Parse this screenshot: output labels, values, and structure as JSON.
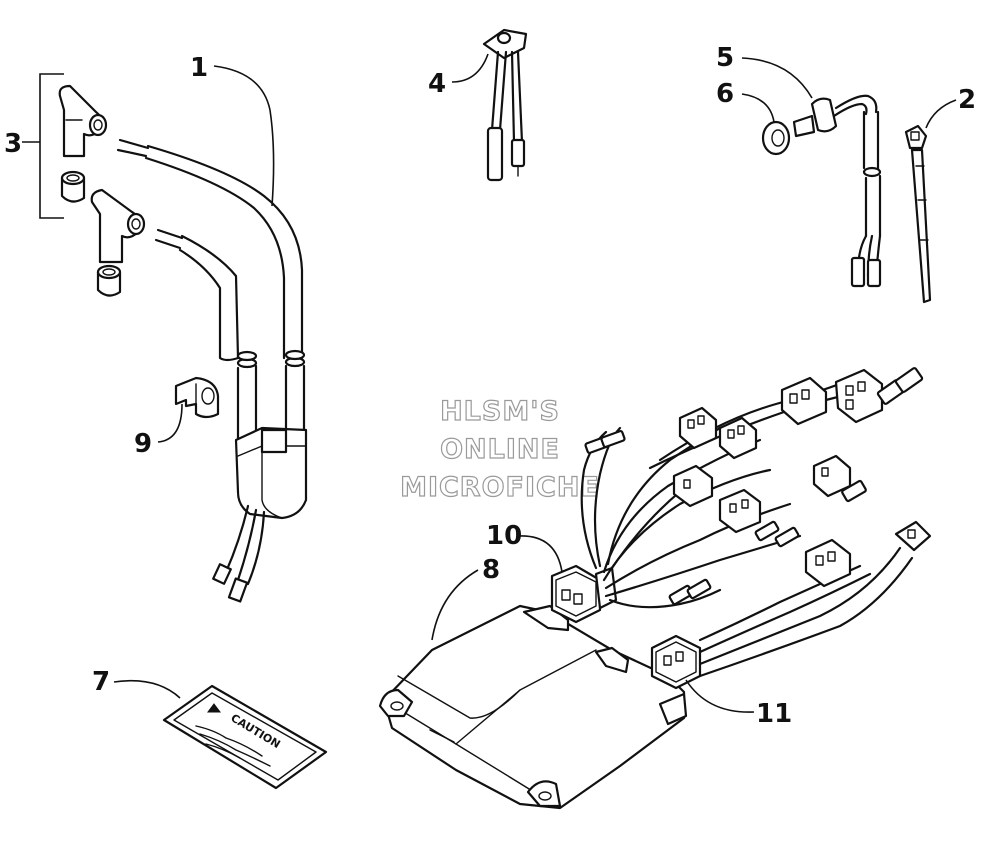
{
  "watermark": {
    "line1": "HLSM'S",
    "line2": "ONLINE",
    "line3": "MICROFICHE"
  },
  "decal_text": "CAUTION",
  "callouts": [
    {
      "id": "1",
      "label": "1"
    },
    {
      "id": "2",
      "label": "2"
    },
    {
      "id": "3",
      "label": "3"
    },
    {
      "id": "4",
      "label": "4"
    },
    {
      "id": "5",
      "label": "5"
    },
    {
      "id": "6",
      "label": "6"
    },
    {
      "id": "7",
      "label": "7"
    },
    {
      "id": "8",
      "label": "8"
    },
    {
      "id": "9",
      "label": "9"
    },
    {
      "id": "10",
      "label": "10"
    },
    {
      "id": "11",
      "label": "11"
    }
  ]
}
